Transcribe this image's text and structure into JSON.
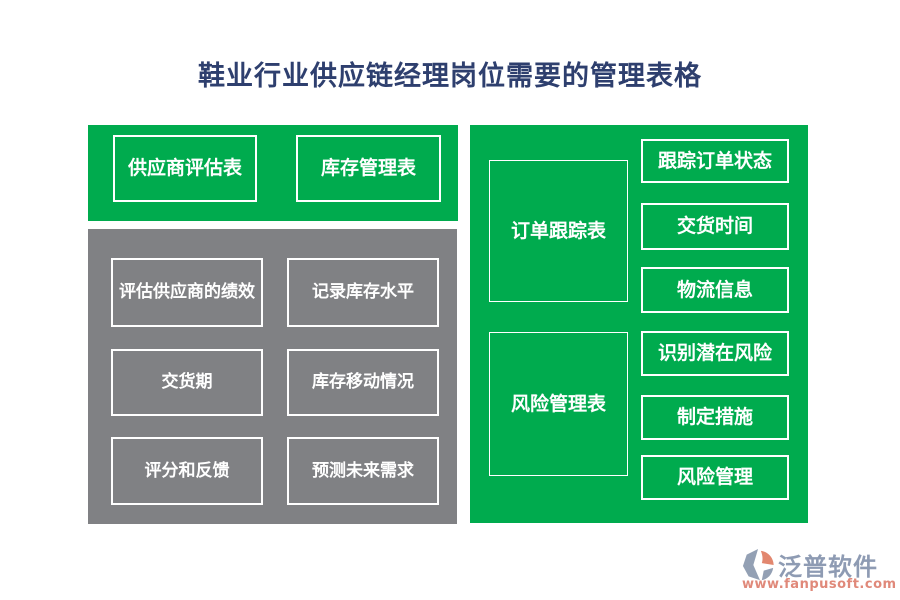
{
  "title": "鞋业行业供应链经理岗位需要的管理表格",
  "colors": {
    "panel_green": "#00AB4E",
    "panel_gray": "#808184",
    "title_text": "#2E3F6E",
    "box_border": "#FFFFFF",
    "box_text": "#FFFFFF",
    "brand_text": "#8E9BB3",
    "website_text": "#E0897A",
    "logo_slate": "#93A0B4",
    "logo_orange": "#E2876F"
  },
  "supplier_panel": {
    "buttons": [
      {
        "label": "供应商评估表"
      },
      {
        "label": "库存管理表"
      }
    ]
  },
  "detail_panel": {
    "buttons": [
      {
        "label": "评估供应商的绩效"
      },
      {
        "label": "记录库存水平"
      },
      {
        "label": "交货期"
      },
      {
        "label": "库存移动情况"
      },
      {
        "label": "评分和反馈"
      },
      {
        "label": "预测未来需求"
      }
    ]
  },
  "right_panel": {
    "order_tracking": {
      "header": "订单跟踪表",
      "items": [
        {
          "label": "跟踪订单状态"
        },
        {
          "label": "交货时间"
        },
        {
          "label": "物流信息"
        }
      ]
    },
    "risk_management": {
      "header": "风险管理表",
      "items": [
        {
          "label": "识别潜在风险"
        },
        {
          "label": "制定措施"
        },
        {
          "label": "风险管理"
        }
      ]
    }
  },
  "logo": {
    "brand": "泛普软件",
    "website": "www.fanpusoft.com"
  }
}
